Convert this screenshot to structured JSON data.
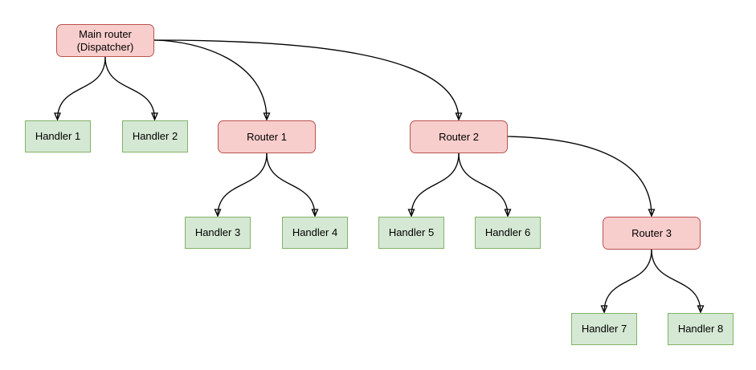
{
  "colors": {
    "router_fill": "#f8cecc",
    "router_border": "#b85450",
    "handler_fill": "#d5e8d4",
    "handler_border": "#82b366",
    "edge_color": "#000000",
    "background": "#ffffff"
  },
  "nodes": {
    "main_router": {
      "type": "router",
      "line1": "Main router",
      "line2": "(Dispatcher)"
    },
    "handler1": {
      "type": "handler",
      "label": "Handler 1"
    },
    "handler2": {
      "type": "handler",
      "label": "Handler 2"
    },
    "router1": {
      "type": "router",
      "label": "Router 1"
    },
    "router2": {
      "type": "router",
      "label": "Router 2"
    },
    "handler3": {
      "type": "handler",
      "label": "Handler 3"
    },
    "handler4": {
      "type": "handler",
      "label": "Handler 4"
    },
    "handler5": {
      "type": "handler",
      "label": "Handler 5"
    },
    "handler6": {
      "type": "handler",
      "label": "Handler 6"
    },
    "router3": {
      "type": "router",
      "label": "Router 3"
    },
    "handler7": {
      "type": "handler",
      "label": "Handler 7"
    },
    "handler8": {
      "type": "handler",
      "label": "Handler 8"
    }
  },
  "edges": [
    {
      "from": "main_router",
      "to": "handler1"
    },
    {
      "from": "main_router",
      "to": "handler2"
    },
    {
      "from": "main_router",
      "to": "router1"
    },
    {
      "from": "main_router",
      "to": "router2"
    },
    {
      "from": "router1",
      "to": "handler3"
    },
    {
      "from": "router1",
      "to": "handler4"
    },
    {
      "from": "router2",
      "to": "handler5"
    },
    {
      "from": "router2",
      "to": "handler6"
    },
    {
      "from": "router2",
      "to": "router3"
    },
    {
      "from": "router3",
      "to": "handler7"
    },
    {
      "from": "router3",
      "to": "handler8"
    }
  ]
}
